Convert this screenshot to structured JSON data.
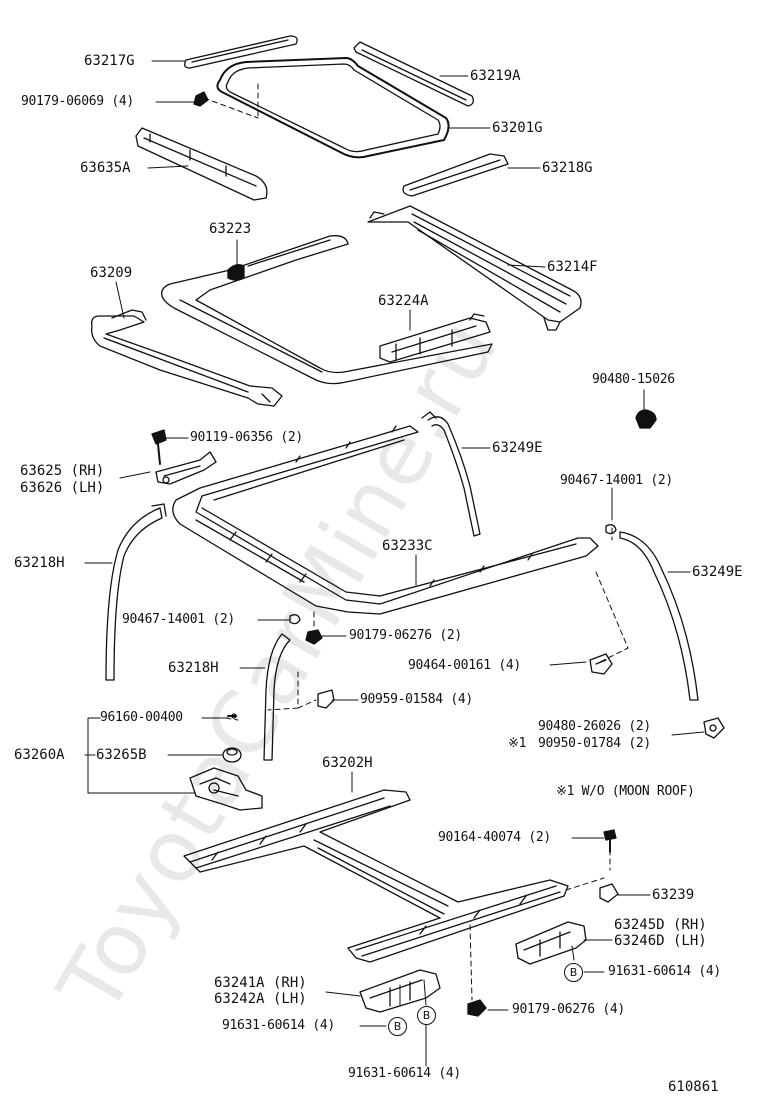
{
  "watermark": "ToyotaCarMine.ru",
  "diagram_id": "610861",
  "note": "※1 W/O (MOON ROOF)",
  "labels": {
    "p63217G": "63217G",
    "p90179_06069": "90179-06069 (4)",
    "p63219A": "63219A",
    "p63201G": "63201G",
    "p63635A": "63635A",
    "p63218G": "63218G",
    "p63223": "63223",
    "p63214F": "63214F",
    "p63209": "63209",
    "p63224A": "63224A",
    "p90480_15026": "90480-15026",
    "p90119_06356": "90119-06356 (2)",
    "p63249E_top": "63249E",
    "p63625": "63625 (RH)",
    "p63626": "63626 (LH)",
    "p90467_14001_right": "90467-14001 (2)",
    "p63218H_left": "63218H",
    "p63233C": "63233C",
    "p63249E_right": "63249E",
    "p90467_14001_left": "90467-14001 (2)",
    "p90179_06276_mid": "90179-06276 (2)",
    "p90464_00161": "90464-00161 (4)",
    "p63218H_mid": "63218H",
    "p90959_01584": "90959-01584 (4)",
    "p96160_00400": "96160-00400",
    "p90480_26026": "90480-26026 (2)",
    "p90950_01784_mark": "※1",
    "p90950_01784": "90950-01784 (2)",
    "p63260A": "63260A",
    "p63265B": "63265B",
    "p63202H": "63202H",
    "p90164_40074": "90164-40074 (2)",
    "p63239": "63239",
    "p63245D": "63245D (RH)",
    "p63246D": "63246D (LH)",
    "p91631_60614_right": "91631-60614 (4)",
    "p63241A": "63241A (RH)",
    "p63242A": "63242A (LH)",
    "p90179_06276_bottom": "90179-06276 (4)",
    "p91631_60614_left": "91631-60614 (4)",
    "p91631_60614_bottom": "91631-60614 (4)",
    "ref_B": "B"
  }
}
